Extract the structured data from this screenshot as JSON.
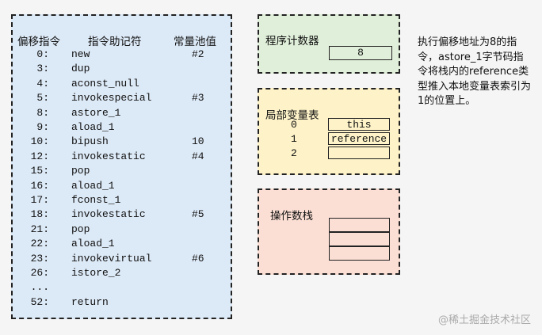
{
  "bytecode": {
    "headers": {
      "offset": "偏移指令",
      "mnemonic": "指令助记符",
      "constant_pool": "常量池值"
    },
    "rows": [
      {
        "offset": "0:",
        "instruction": "new",
        "ref": "#2"
      },
      {
        "offset": "3:",
        "instruction": "dup",
        "ref": ""
      },
      {
        "offset": "4:",
        "instruction": "aconst_null",
        "ref": ""
      },
      {
        "offset": "5:",
        "instruction": "invokespecial",
        "ref": "#3"
      },
      {
        "offset": "8:",
        "instruction": "astore_1",
        "ref": ""
      },
      {
        "offset": "9:",
        "instruction": "aload_1",
        "ref": ""
      },
      {
        "offset": "10:",
        "instruction": "bipush",
        "ref": "10"
      },
      {
        "offset": "12:",
        "instruction": "invokestatic",
        "ref": "#4"
      },
      {
        "offset": "15:",
        "instruction": "pop",
        "ref": ""
      },
      {
        "offset": "16:",
        "instruction": "aload_1",
        "ref": ""
      },
      {
        "offset": "17:",
        "instruction": "fconst_1",
        "ref": ""
      },
      {
        "offset": "18:",
        "instruction": "invokestatic",
        "ref": "#5"
      },
      {
        "offset": "21:",
        "instruction": "pop",
        "ref": ""
      },
      {
        "offset": "22:",
        "instruction": "aload_1",
        "ref": ""
      },
      {
        "offset": "23:",
        "instruction": "invokevirtual",
        "ref": "#6"
      },
      {
        "offset": "26:",
        "instruction": "istore_2",
        "ref": ""
      },
      {
        "offset": "...",
        "instruction": "",
        "ref": ""
      },
      {
        "offset": "52:",
        "instruction": "return",
        "ref": ""
      }
    ]
  },
  "program_counter": {
    "label": "程序计数器",
    "value": "8"
  },
  "local_variables": {
    "label": "局部变量表",
    "slots": [
      {
        "index": "0",
        "value": "this"
      },
      {
        "index": "1",
        "value": "reference"
      },
      {
        "index": "2",
        "value": ""
      }
    ]
  },
  "operand_stack": {
    "label": "操作数栈",
    "cells": [
      "",
      "",
      ""
    ]
  },
  "note": "执行偏移地址为8的指令，astore_1字节码指令将栈内的reference类型推入本地变量表索引为1的位置上。",
  "watermark": "@稀土掘金技术社区"
}
